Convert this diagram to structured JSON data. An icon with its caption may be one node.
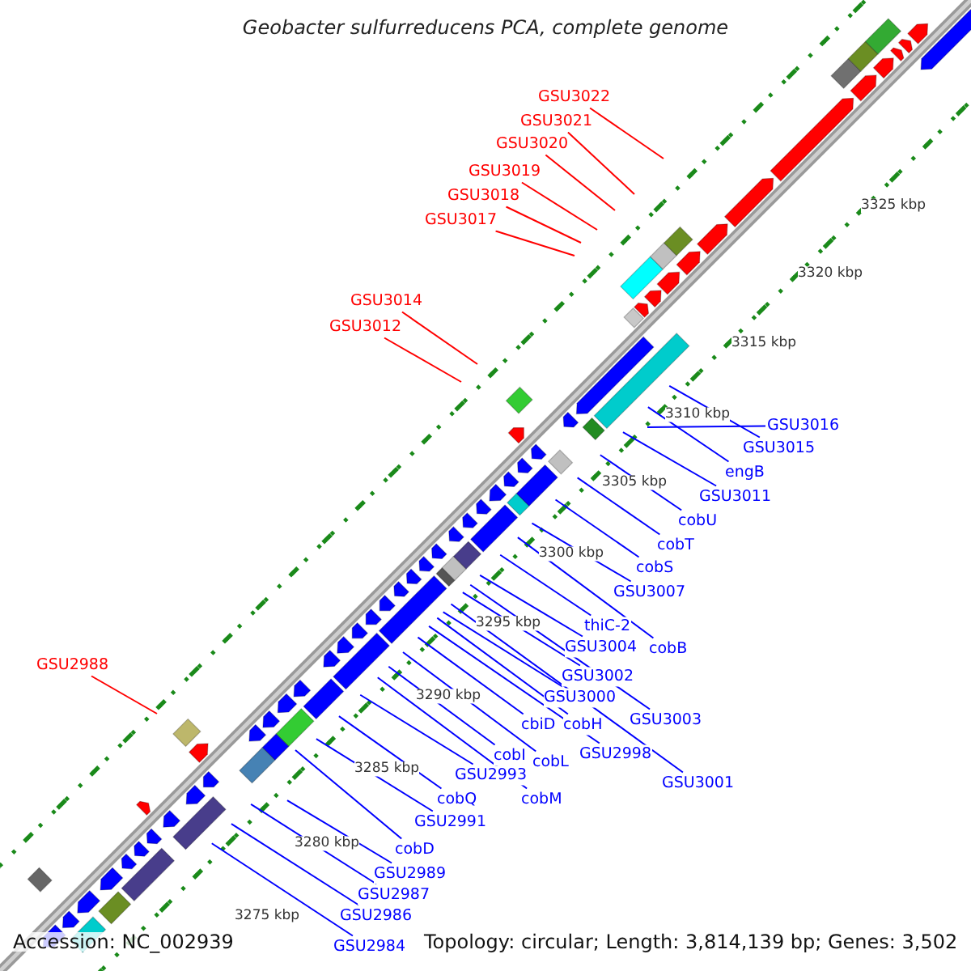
{
  "diagram": {
    "title": "Geobacter sulfurreducens PCA, complete genome",
    "nodes": [
      {
        "text": [
          "GSU3022"
        ]
      },
      {
        "text": [
          "GSU3021"
        ]
      },
      {
        "text": [
          "GSU3020"
        ]
      },
      {
        "text": [
          "GSU3019"
        ]
      },
      {
        "text": [
          "GSU3018"
        ]
      },
      {
        "text": [
          "GSU3017"
        ]
      },
      {
        "text": [
          "GSU3014"
        ]
      },
      {
        "text": [
          "GSU3012"
        ]
      },
      {
        "text": [
          "GSU3016"
        ]
      },
      {
        "text": [
          "GSU3015"
        ]
      },
      {
        "text": [
          "engB"
        ]
      },
      {
        "text": [
          "GSU3011"
        ]
      },
      {
        "text": [
          "cobU"
        ]
      },
      {
        "text": [
          "cobT"
        ]
      },
      {
        "text": [
          "cobS"
        ]
      },
      {
        "text": [
          "GSU3007"
        ]
      },
      {
        "text": [
          "thiC-2"
        ]
      },
      {
        "text": [
          "GSU3004"
        ]
      },
      {
        "text": [
          "cobB"
        ]
      },
      {
        "text": [
          "GSU2988"
        ]
      },
      {
        "text": [
          "GSU3002"
        ]
      },
      {
        "text": [
          "GSU3000"
        ]
      },
      {
        "text": [
          "GSU3003"
        ]
      },
      {
        "text": [
          "cbiD"
        ]
      },
      {
        "text": [
          "cobH"
        ]
      },
      {
        "text": [
          "GSU2998"
        ]
      },
      {
        "text": [
          "cobI"
        ]
      },
      {
        "text": [
          "cobL"
        ]
      },
      {
        "text": [
          "GSU2993"
        ]
      },
      {
        "text": [
          "GSU3001"
        ]
      },
      {
        "text": [
          "cobQ"
        ]
      },
      {
        "text": [
          "cobM"
        ]
      },
      {
        "text": [
          "GSU2991"
        ]
      },
      {
        "text": [
          "cobD"
        ]
      },
      {
        "text": [
          "GSU2989"
        ]
      },
      {
        "text": [
          "GSU2987"
        ]
      },
      {
        "text": [
          "GSU2986"
        ]
      },
      {
        "text": [
          "GSU2984"
        ]
      }
    ],
    "edges": [
      {
        "from": 0,
        "to": null,
        "arrow": "none",
        "color": "#ff0000"
      },
      {
        "from": 1,
        "to": null,
        "arrow": "none",
        "color": "#ff0000"
      },
      {
        "from": 2,
        "to": null,
        "arrow": "none",
        "color": "#ff0000"
      },
      {
        "from": 3,
        "to": null,
        "arrow": "none",
        "color": "#ff0000"
      },
      {
        "from": 4,
        "to": null,
        "arrow": "none",
        "color": "#ff0000"
      },
      {
        "from": 5,
        "to": null,
        "arrow": "none",
        "color": "#ff0000"
      },
      {
        "from": 6,
        "to": null,
        "arrow": "none",
        "color": "#ff0000"
      },
      {
        "from": 7,
        "to": null,
        "arrow": "none",
        "color": "#ff0000"
      },
      {
        "from": 8,
        "to": null,
        "arrow": "none"
      },
      {
        "from": 9,
        "to": null,
        "arrow": "none"
      },
      {
        "from": 10,
        "to": null,
        "arrow": "none"
      },
      {
        "from": 11,
        "to": null,
        "arrow": "none"
      },
      {
        "from": 12,
        "to": null,
        "arrow": "none"
      },
      {
        "from": 13,
        "to": null,
        "arrow": "none"
      },
      {
        "from": 14,
        "to": null,
        "arrow": "none"
      },
      {
        "from": 15,
        "to": null,
        "arrow": "none"
      },
      {
        "from": 16,
        "to": null,
        "arrow": "none"
      },
      {
        "from": 17,
        "to": null,
        "arrow": "none"
      },
      {
        "from": 18,
        "to": null,
        "arrow": "none"
      },
      {
        "from": 19,
        "to": null,
        "arrow": "none",
        "color": "#ff0000"
      },
      {
        "from": 20,
        "to": null,
        "arrow": "none"
      },
      {
        "from": 21,
        "to": null,
        "arrow": "none"
      },
      {
        "from": 22,
        "to": null,
        "arrow": "none"
      },
      {
        "from": 23,
        "to": null,
        "arrow": "none"
      },
      {
        "from": 24,
        "to": null,
        "arrow": "none"
      },
      {
        "from": 25,
        "to": null,
        "arrow": "none"
      },
      {
        "from": 26,
        "to": null,
        "arrow": "none"
      },
      {
        "from": 27,
        "to": null,
        "arrow": "none"
      },
      {
        "from": 28,
        "to": null,
        "arrow": "none"
      },
      {
        "from": 29,
        "to": null,
        "arrow": "none"
      },
      {
        "from": 30,
        "to": null,
        "arrow": "none"
      },
      {
        "from": 31,
        "to": null,
        "arrow": "none"
      },
      {
        "from": 32,
        "to": null,
        "arrow": "none"
      },
      {
        "from": 33,
        "to": null,
        "arrow": "none"
      },
      {
        "from": 34,
        "to": null,
        "arrow": "none"
      },
      {
        "from": 35,
        "to": null,
        "arrow": "none"
      },
      {
        "from": 36,
        "to": null,
        "arrow": "none"
      },
      {
        "from": 37,
        "to": null,
        "arrow": "none"
      }
    ],
    "labels": [
      "3325 kbp",
      "3320 kbp",
      "3315 kbp",
      "3310 kbp",
      "3305 kbp",
      "3300 kbp",
      "3295 kbp",
      "3290 kbp",
      "3285 kbp",
      "3280 kbp",
      "3275 kbp",
      "Accession: NC_002939",
      "Topology: circular; Length: 3,814,139 bp; Genes: 3,502"
    ]
  }
}
